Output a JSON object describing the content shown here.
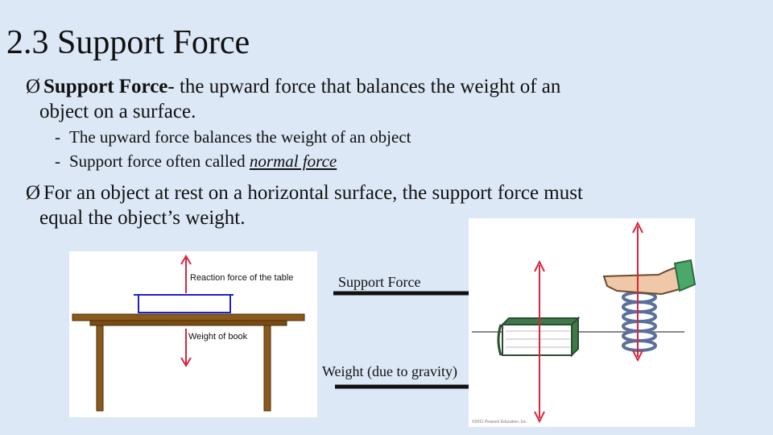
{
  "slide": {
    "title": "2.3 Support Force",
    "bullet1": {
      "bold": "Support Force",
      "rest_line1": "- the upward force that balances the weight of an",
      "line2": "object on a surface."
    },
    "sub_bullets": [
      {
        "dash": "-",
        "text": "The upward force balances the weight of an object"
      },
      {
        "dash": "-",
        "text": "Support force often called ",
        "emph": "normal force"
      }
    ],
    "bullet2": {
      "line1": "For an object at rest on a horizontal surface, the support force must",
      "line2": "equal the object’s weight."
    },
    "bullet_symbol": "Ø"
  },
  "figure_left": {
    "reaction_label": "Reaction force of the table",
    "weight_label": "Weight of book"
  },
  "arrow_labels": {
    "support": "Support Force",
    "weight": "Weight (due to gravity)"
  },
  "figure_right": {
    "credit": "©2011 Pearson Education, Inc."
  },
  "colors": {
    "background": "#dce8f5",
    "force_arrow": "#d8263f",
    "book_green": "#3e7a4a",
    "table_brown": "#8a5a1c",
    "book_blue": "#2020c8",
    "spring_blue": "#5a6f9a"
  }
}
